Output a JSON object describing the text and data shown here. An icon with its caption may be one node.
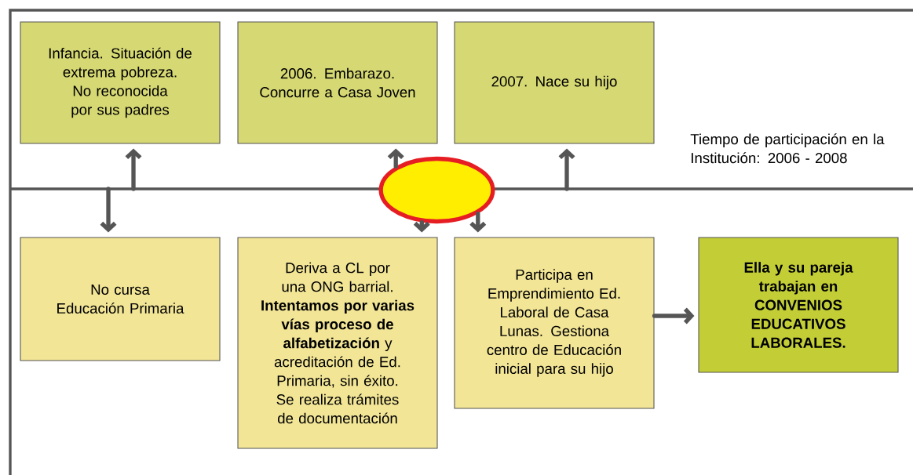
{
  "diagram": {
    "nodes": [
      {
        "text": [
          "Infancia. Situación de extrema pobreza. No reconocida por sus padres"
        ]
      },
      {
        "text": [
          "2006. Embarazo. Concurre a Casa Joven"
        ]
      },
      {
        "text": [
          "2007. Nace su hijo"
        ]
      },
      {
        "text": [],
        "shape": "ellipse"
      },
      {
        "text": [
          "No cursa Educación Primaria"
        ]
      },
      {
        "text": [
          "Deriva a CL por una ONG barrial. **Intentamos por varias vías proceso de alfabetización** y acreditación de Ed. Primaria, sin éxito. Se realiza trámites de documentación"
        ]
      },
      {
        "text": [
          "Participa en Emprendimiento Ed. Laboral de Casa Lunas. Gestiona centro de Educación inicial para su hijo"
        ]
      },
      {
        "text": [
          "Ella y su pareja trabajan en CONVENIOS EDUCATIVOS LABORALES."
        ]
      }
    ],
    "edges": [
      {
        "from": null,
        "to": 0,
        "arrow": "to"
      },
      {
        "from": null,
        "to": 4,
        "arrow": "to"
      },
      {
        "from": 3,
        "to": 1,
        "arrow": "to"
      },
      {
        "from": 3,
        "to": 5,
        "arrow": "to"
      },
      {
        "from": 3,
        "to": 6,
        "arrow": "to"
      },
      {
        "from": null,
        "to": 2,
        "arrow": "to"
      },
      {
        "from": 6,
        "to": 7,
        "arrow": "to"
      }
    ],
    "labels": [
      "Tiempo de participación en la Institución: 2006 - 2008"
    ]
  }
}
